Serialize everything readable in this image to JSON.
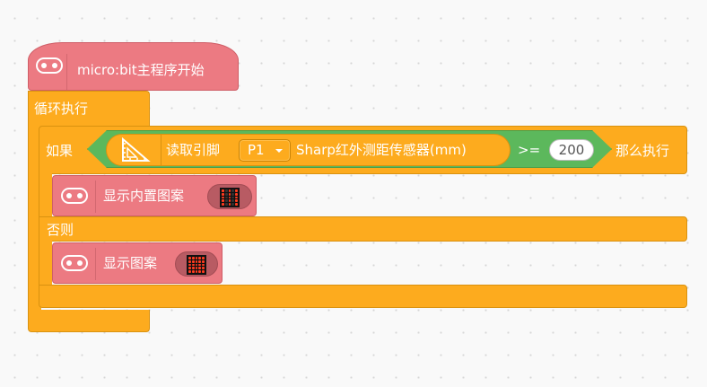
{
  "hat": {
    "label": "micro:bit主程序开始",
    "icon": "microbit-icon"
  },
  "loop": {
    "label": "循环执行"
  },
  "if_block": {
    "if_label": "如果",
    "then_label": "那么执行",
    "else_label": "否则"
  },
  "condition": {
    "operator": ">=",
    "value": "200",
    "reporter": {
      "icon": "ruler-sensor-icon",
      "read_label": "读取引脚",
      "pin": "P1",
      "sensor_label": "Sharp红外测距传感器(mm)"
    }
  },
  "show_builtin": {
    "label": "显示内置图案",
    "icon": "microbit-icon",
    "pattern": [
      [
        1,
        0,
        1,
        0,
        1
      ],
      [
        1,
        0,
        1,
        0,
        1
      ],
      [
        1,
        0,
        1,
        0,
        1
      ],
      [
        1,
        0,
        1,
        0,
        1
      ],
      [
        1,
        0,
        1,
        0,
        1
      ]
    ]
  },
  "show_pattern": {
    "label": "显示图案",
    "icon": "microbit-icon",
    "pattern": [
      [
        1,
        1,
        1,
        1,
        1
      ],
      [
        1,
        1,
        1,
        1,
        1
      ],
      [
        1,
        1,
        1,
        1,
        1
      ],
      [
        1,
        1,
        1,
        1,
        1
      ],
      [
        1,
        1,
        1,
        1,
        1
      ]
    ]
  },
  "colors": {
    "hat_block": "#ec7a82",
    "control_block": "#fdab1e",
    "operator_block": "#5cb85c",
    "led_on": "#ff3b1f"
  }
}
